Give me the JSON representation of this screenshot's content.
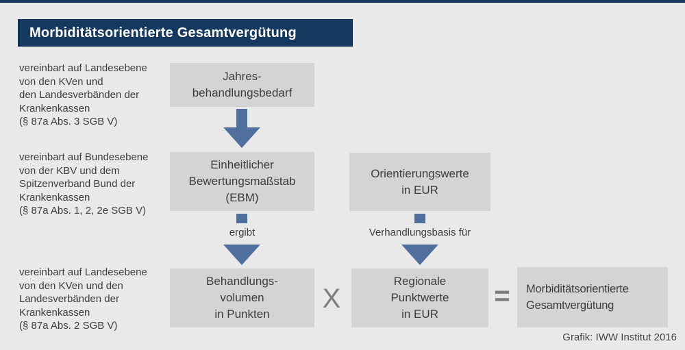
{
  "header": {
    "title": "Morbiditätsorientierte Gesamtvergütung"
  },
  "left_notes": {
    "note1": "vereinbart auf Landesebene\nvon den KVen und\nden Landesverbänden der\nKrankenkassen\n(§ 87a Abs. 3 SGB V)",
    "note2": "vereinbart auf Bundesebene\nvon der KBV und dem\nSpitzenverband Bund der\nKrankenkassen\n(§ 87a Abs. 1, 2, 2e SGB V)",
    "note3": "vereinbart auf Landesebene\nvon den KVen und den\nLandesverbänden der\nKrankenkassen\n(§ 87a Abs. 2 SGB V)"
  },
  "boxes": {
    "jahresbehandlungsbedarf": "Jahres-\nbehandlungsbedarf",
    "ebm": "Einheitlicher\nBewertungsmaßstab\n(EBM)",
    "orientierungswerte": "Orientierungswerte\nin EUR",
    "behandlungsvolumen": "Behandlungs-\nvolumen\nin Punkten",
    "regionale_punktwerte": "Regionale\nPunktwerte\nin EUR",
    "gesamtverguetung": "Morbiditätsorientierte\nGesamtvergütung"
  },
  "arrow_labels": {
    "ergibt": "ergibt",
    "verhandlungsbasis": "Verhandlungsbasis für"
  },
  "operators": {
    "multiply": "X",
    "equals": "="
  },
  "footer": {
    "credit": "Grafik: IWW Institut 2016"
  },
  "colors": {
    "background": "#e9e9e9",
    "box_gray": "#d4d4d6",
    "navy": "#15395e",
    "arrow_blue": "#506e9e",
    "text_dark": "#3d3d3d",
    "operator_gray": "#7d7d80",
    "footer_gray": "#454545"
  }
}
